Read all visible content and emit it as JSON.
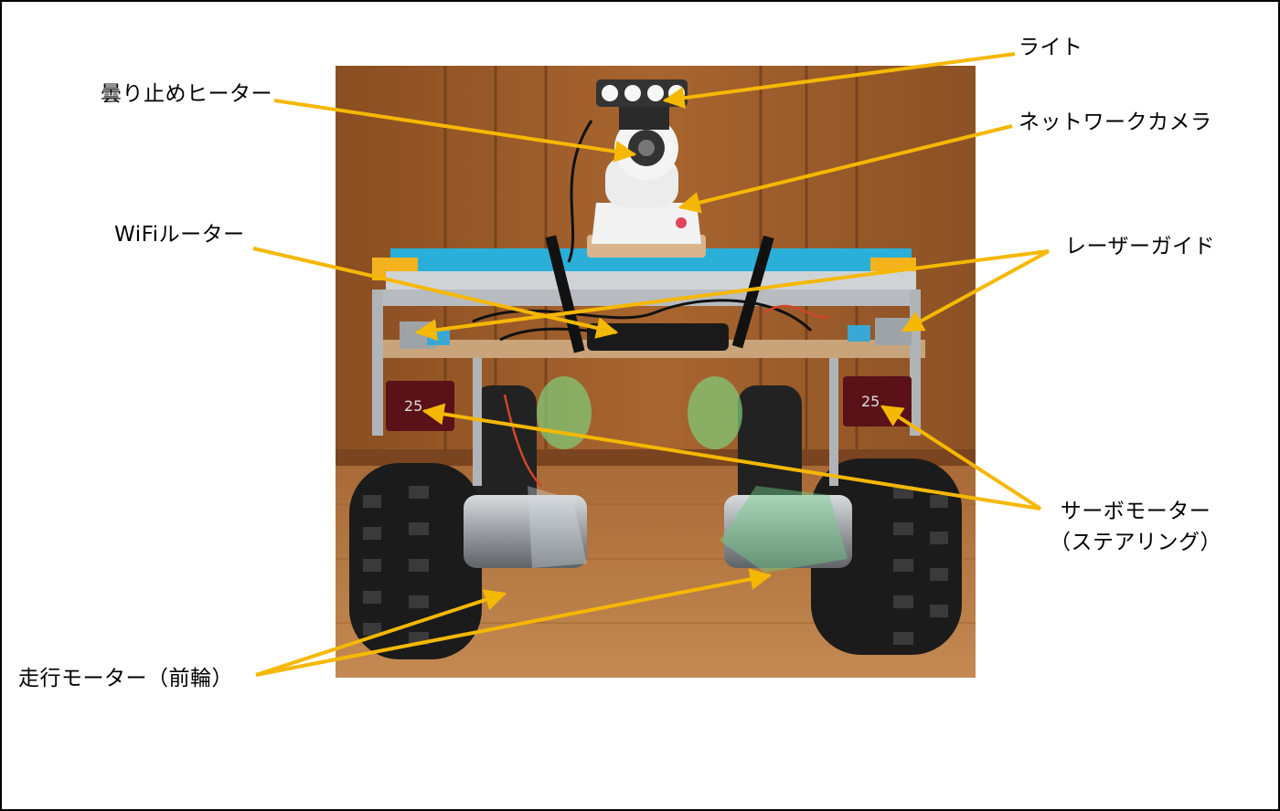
{
  "labels": {
    "light": "ライト",
    "defog_heater": "曇り止めヒーター",
    "network_camera": "ネットワークカメラ",
    "wifi_router": "WiFiルーター",
    "laser_guide": "レーザーガイド",
    "servo_motor_line1": "サーボモーター",
    "servo_motor_line2": "（ステアリング）",
    "drive_motor": "走行モーター（前輪）"
  },
  "colors": {
    "arrow": "#F5B800",
    "frame": "#000000"
  }
}
